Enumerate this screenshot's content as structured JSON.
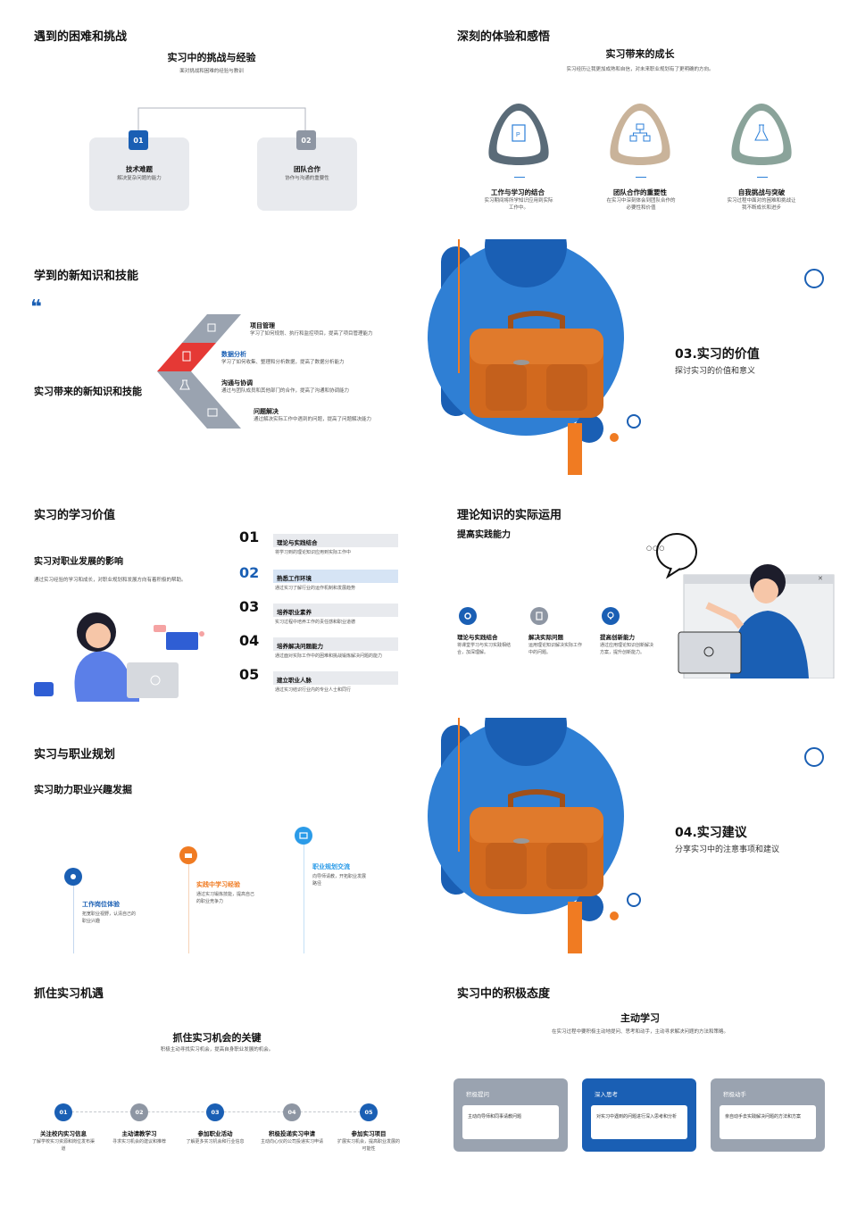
{
  "slide1": {
    "section_title": "遇到的困难和挑战",
    "heading": "实习中的挑战与经验",
    "subheading": "面对挑战和困难的经验与教训",
    "cards": [
      {
        "num": "01",
        "title": "技术难题",
        "desc": "解决复杂问题的能力",
        "color": "#1a5fb4"
      },
      {
        "num": "02",
        "title": "团队合作",
        "desc": "协作与沟通的重要性",
        "color": "#8e96a3"
      }
    ]
  },
  "slide2": {
    "section_title": "深刻的体验和感悟",
    "heading": "实习带来的成长",
    "subheading": "实习经历让我更加成熟和自信，对未来职业规划有了更明确的方向。",
    "items": [
      {
        "title": "工作与学习的结合",
        "desc": "实习期间将所学知识应用到实际工作中。",
        "icon": "document-icon"
      },
      {
        "title": "团队合作的重要性",
        "desc": "在实习中深刻体会到团队合作的必要性和价值",
        "icon": "org-chart-icon"
      },
      {
        "title": "自我挑战与突破",
        "desc": "实习过程中面对的困难和挑战让我不断成长和进步",
        "icon": "flask-icon"
      }
    ]
  },
  "slide3": {
    "section_title": "学到的新知识和技能",
    "quote_mark": "❝",
    "quote_text": "实习带来的新知识和技能",
    "items": [
      {
        "title": "项目管理",
        "desc": "学习了如何规划、执行和监控项目，提高了项目管理能力",
        "highlight": false
      },
      {
        "title": "数据分析",
        "desc": "学习了如何收集、整理和分析数据，提高了数据分析能力",
        "highlight": true
      },
      {
        "title": "沟通与协调",
        "desc": "通过与团队成员和其他部门的合作，提高了沟通和协调能力",
        "highlight": false
      },
      {
        "title": "问题解决",
        "desc": "通过解决实际工作中遇到的问题，提高了问题解决能力",
        "highlight": false
      }
    ]
  },
  "slide4": {
    "title": "03.实习的价值",
    "subtitle": "探讨实习的价值和意义"
  },
  "slide5": {
    "section_title": "实习的学习价值",
    "heading": "实习对职业发展的影响",
    "desc": "通过实习经验的学习和成长，对职业规划和发展方向有着积极的帮助。",
    "list": [
      {
        "num": "01",
        "title": "理论与实践结合",
        "desc": "将学习到的理论知识应用到实际工作中"
      },
      {
        "num": "02",
        "title": "熟悉工作环境",
        "desc": "通过实习了解行业的运作机制和发展趋势"
      },
      {
        "num": "03",
        "title": "培养职业素养",
        "desc": "实习过程中培养工作的责任感和职业道德"
      },
      {
        "num": "04",
        "title": "培养解决问题能力",
        "desc": "通过面对实际工作中的困难和挑战锻炼解决问题的能力"
      },
      {
        "num": "05",
        "title": "建立职业人脉",
        "desc": "通过实习结识行业内的专业人士和同行"
      }
    ]
  },
  "slide6": {
    "section_title": "理论知识的实际运用",
    "heading": "提高实践能力",
    "speech": "○○○",
    "window_close": "✕",
    "items": [
      {
        "title": "理论与实践结合",
        "desc": "将课堂学习与实习实践相结合，加深理解。",
        "color": "#1a5fb4"
      },
      {
        "title": "解决实际问题",
        "desc": "运用理论知识解决实际工作中的问题。",
        "color": "#8e96a3"
      },
      {
        "title": "提高创新能力",
        "desc": "通过应用理论知识创新解决方案，提升创新能力。",
        "color": "#1a5fb4"
      }
    ]
  },
  "slide7": {
    "section_title": "实习与职业规划",
    "heading": "实习助力职业兴趣发掘",
    "items": [
      {
        "title": "工作岗位体验",
        "desc": "拓宽职业视野，认清自己的职业兴趣",
        "color": "#1a5fb4"
      },
      {
        "title": "实践中学习经验",
        "desc": "通过实习锻炼技能，提高自己的职业竞争力",
        "color": "#f07b22"
      },
      {
        "title": "职业规划交流",
        "desc": "向导师请教，开拓职业发展路径",
        "color": "#2b9be8"
      }
    ]
  },
  "slide8": {
    "title": "04.实习建议",
    "subtitle": "分享实习中的注意事项和建议"
  },
  "slide9": {
    "section_title": "抓住实习机遇",
    "heading": "抓住实习机会的关键",
    "subheading": "积极主动寻找实习机会，提高自身职业发展的机会。",
    "steps": [
      {
        "num": "01",
        "title": "关注校内实习信息",
        "desc": "了解学校实习资源和岗位发布渠道",
        "color": "#1a5fb4"
      },
      {
        "num": "02",
        "title": "主动请教学习",
        "desc": "寻求实习机会的建议和推荐",
        "color": "#8e96a3"
      },
      {
        "num": "03",
        "title": "参加职业活动",
        "desc": "了解更多实习机会和行业信息",
        "color": "#1a5fb4"
      },
      {
        "num": "04",
        "title": "积极投递实习申请",
        "desc": "主动向心仪的公司投递实习申请",
        "color": "#8e96a3"
      },
      {
        "num": "05",
        "title": "参加实习项目",
        "desc": "扩展实习机会，提高职业发展的可能性",
        "color": "#1a5fb4"
      }
    ]
  },
  "slide10": {
    "section_title": "实习中的积极态度",
    "heading": "主动学习",
    "subheading": "在实习过程中要积极主动地提问、思考和动手，主动寻求解决问题的方法和策略。",
    "cards": [
      {
        "title": "积极提问",
        "desc": "主动向导师和同事请教问题",
        "color": "#9aa3b0"
      },
      {
        "title": "深入思考",
        "desc": "对实习中遇到的问题进行深入思考和分析",
        "color": "#1a5fb4"
      },
      {
        "title": "积极动手",
        "desc": "亲自动手去实践解决问题的方法和方案",
        "color": "#9aa3b0"
      }
    ]
  },
  "colors": {
    "primary": "#1a5fb4",
    "accent": "#f07b22",
    "gray": "#8e96a3",
    "red": "#e53935"
  }
}
